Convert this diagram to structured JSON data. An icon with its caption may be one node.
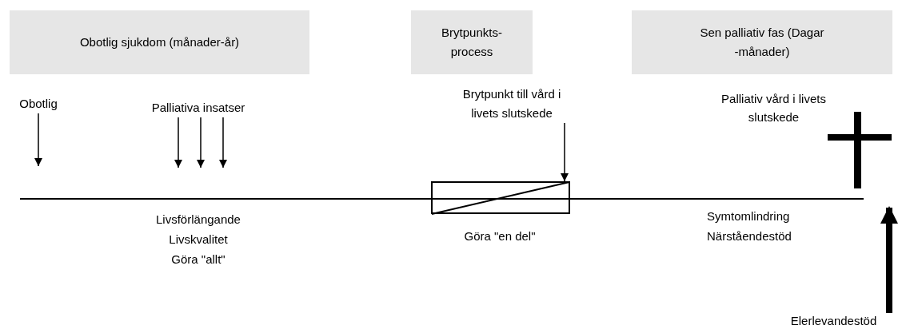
{
  "diagram": {
    "nodes": [
      {
        "text": [
          "Obotlig sjukdom (månader-år)"
        ]
      },
      {
        "text": [
          "Brytpunkts- process"
        ]
      },
      {
        "text": [
          "Sen palliativ fas (Dagar -månader)"
        ]
      },
      {
        "text": [
          "Obotlig"
        ]
      },
      {
        "text": [
          "Palliativa insatser"
        ]
      },
      {
        "text": [
          "Brytpunkt till vård i livets slutskede"
        ]
      },
      {
        "text": [],
        "shape": "box"
      },
      {
        "text": [
          "Elerlevandestöd"
        ]
      }
    ],
    "edges": [
      {
        "from": 3,
        "to": null,
        "arrow": "to"
      },
      {
        "from": 4,
        "to": null,
        "arrow": "to"
      },
      {
        "from": 4,
        "to": null,
        "arrow": "to"
      },
      {
        "from": 4,
        "to": null,
        "arrow": "to"
      },
      {
        "from": 5,
        "to": 6,
        "arrow": "to"
      },
      {
        "from": 7,
        "to": null,
        "arrow": "to",
        "style": "thick"
      }
    ],
    "labels": [
      "Palliativ vård i livets slutskede",
      "Livsförlängande",
      "Livskvalitet",
      "Göra \"allt\"",
      "Göra \"en del\"",
      "Symtomlindring",
      "Närståendestöd"
    ]
  }
}
